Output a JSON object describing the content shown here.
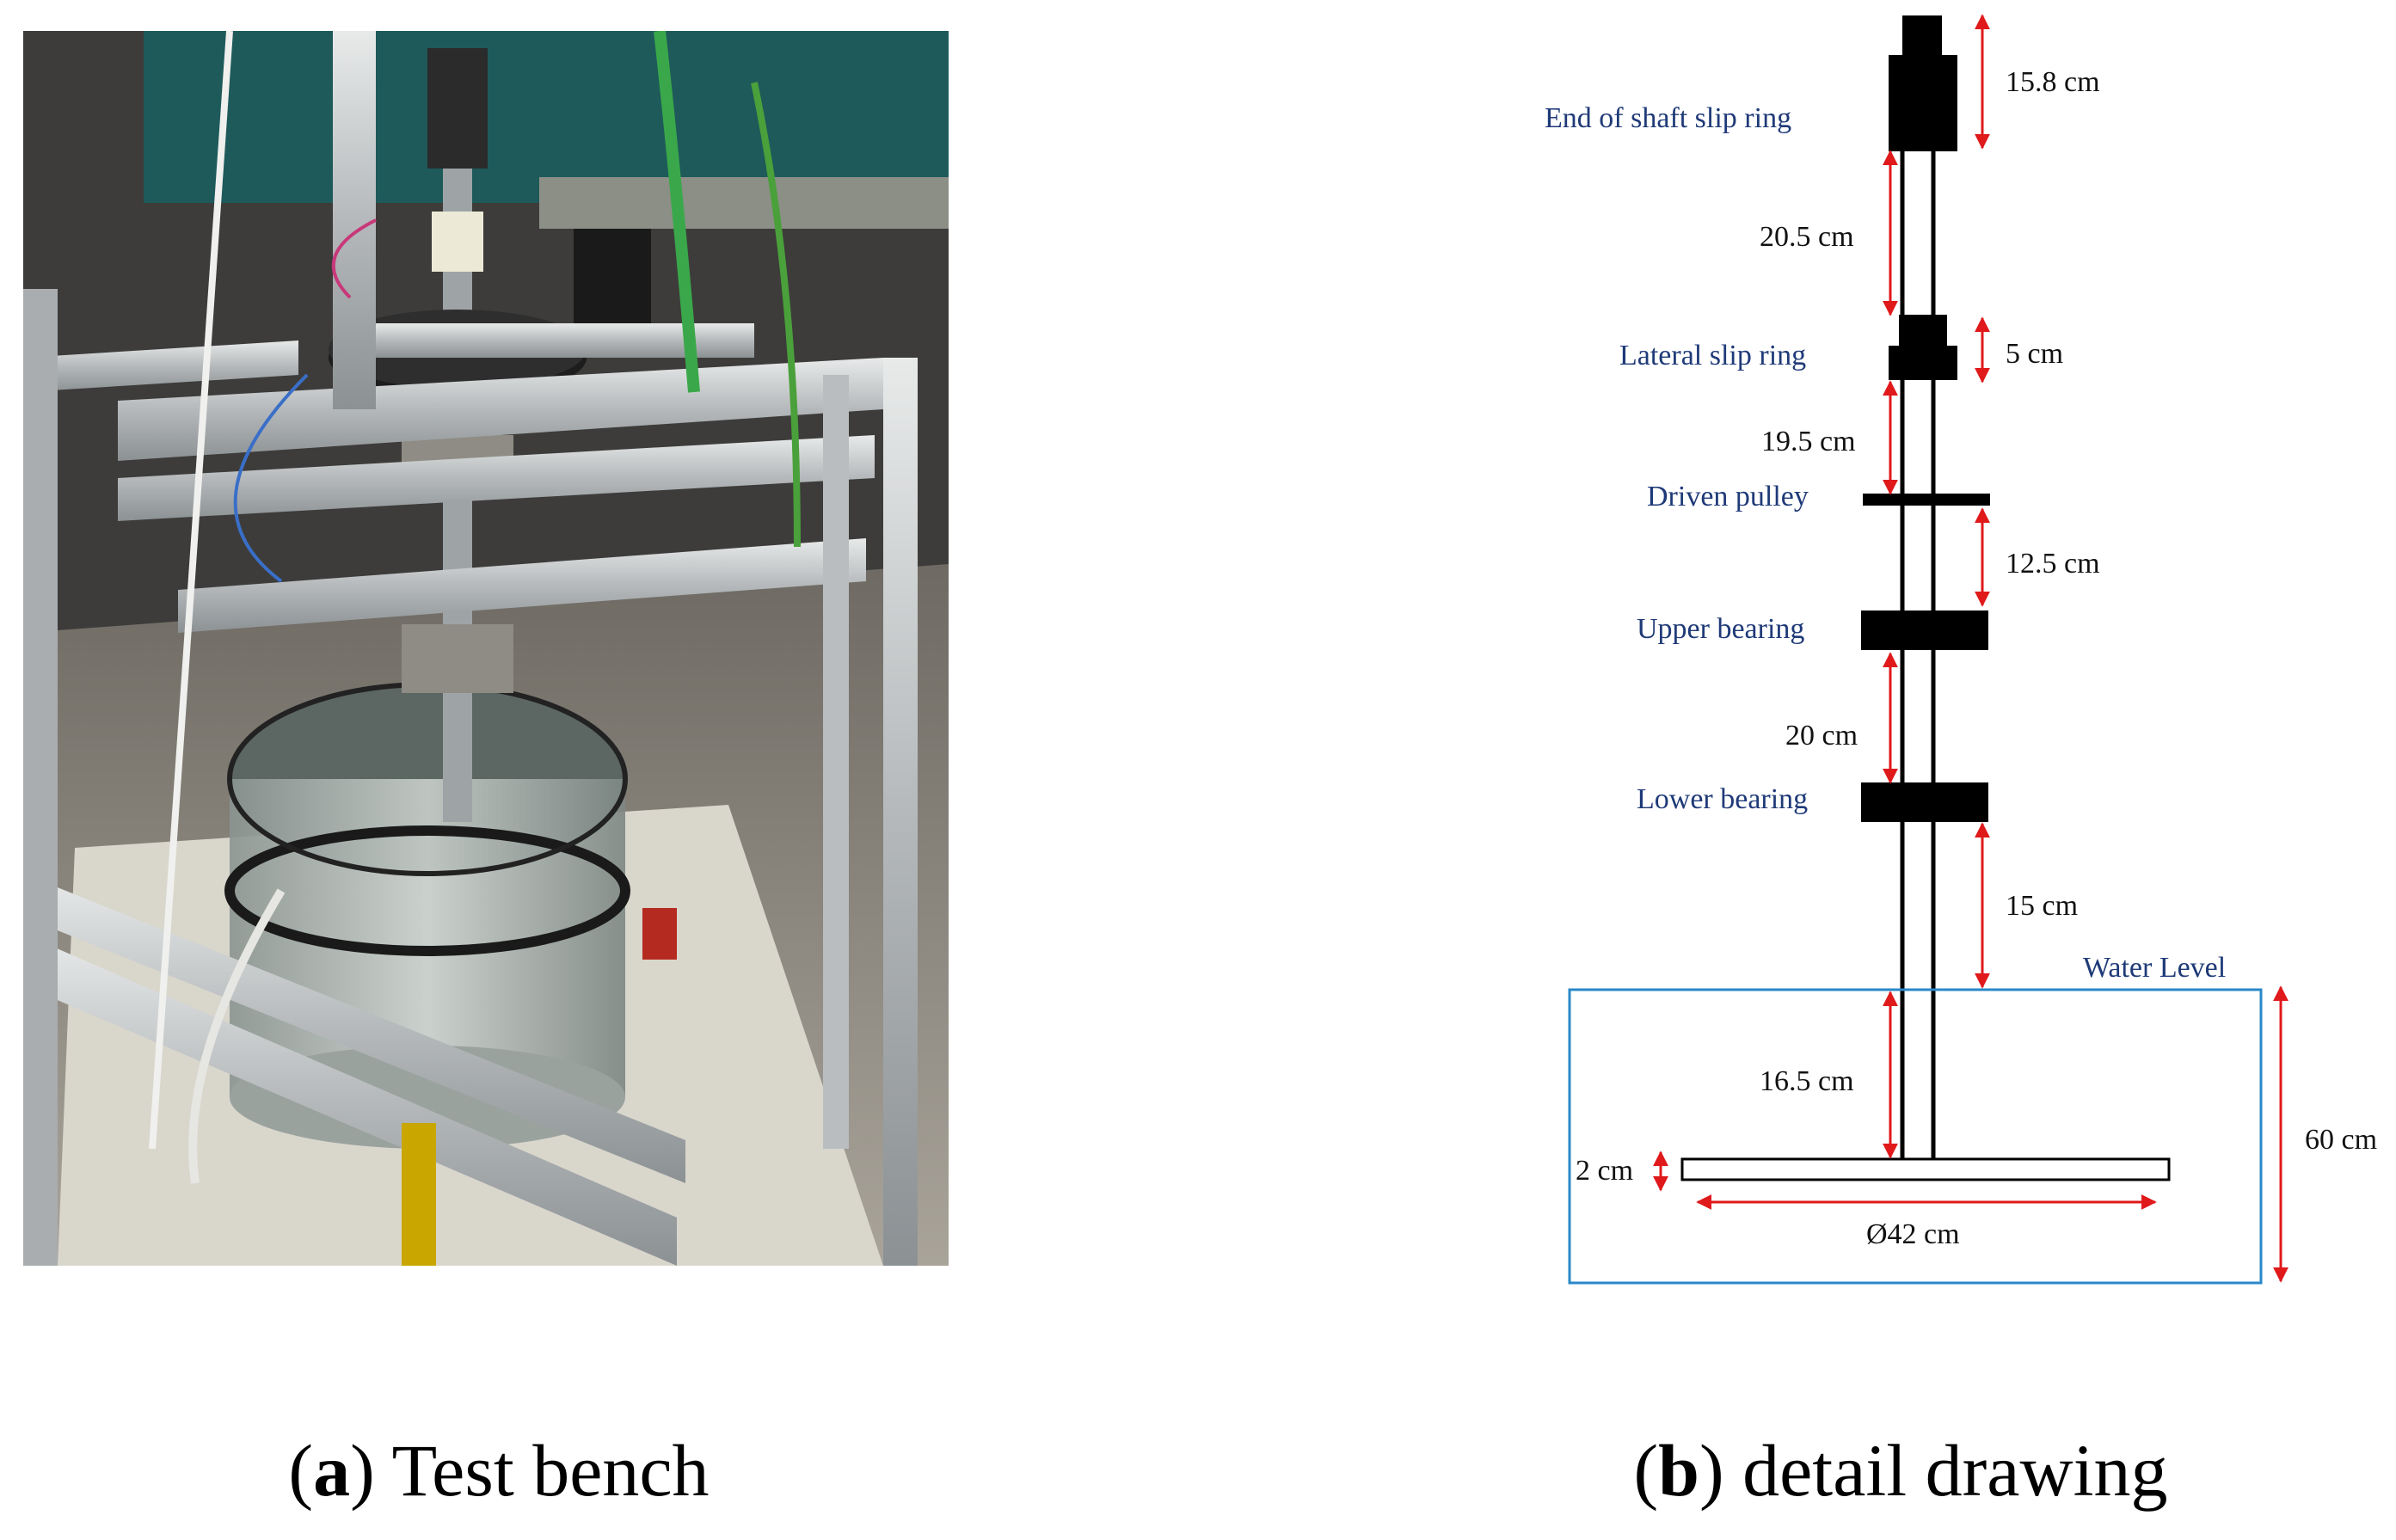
{
  "panel_a": {
    "caption_letter": "a",
    "caption_text": "Test bench",
    "photo_description_icon": "test-bench-photo"
  },
  "panel_b": {
    "caption_letter": "b",
    "caption_text": "detail drawing",
    "component_labels": {
      "end_slip_ring": "End of shaft slip ring",
      "lateral_slip_ring": "Lateral slip ring",
      "driven_pulley": "Driven pulley",
      "upper_bearing": "Upper bearing",
      "lower_bearing": "Lower bearing",
      "water_level": "Water Level"
    },
    "dimensions": {
      "d1": "15.8 cm",
      "d2": "20.5 cm",
      "d3": "5 cm",
      "d4": "19.5 cm",
      "d5": "12.5 cm",
      "d6": "20 cm",
      "d7": "15 cm",
      "d8": "16.5 cm",
      "d9": "60 cm",
      "d10": "2 cm",
      "d11": "Ø42 cm"
    },
    "colors": {
      "dimension_arrow": "#e0191b",
      "water_box": "#2a88c8",
      "label_blue": "#1f3a78"
    }
  }
}
